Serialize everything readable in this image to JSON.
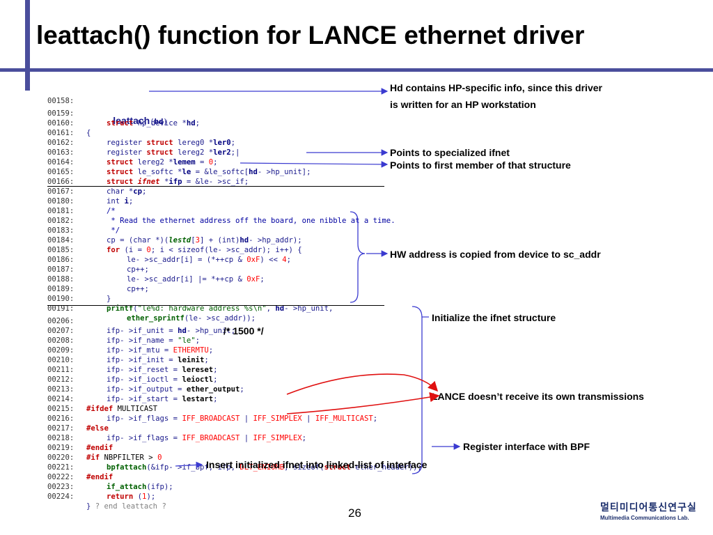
{
  "title": "leattach() function for LANCE ethernet driver",
  "page_number": "26",
  "logo": {
    "korean": "멀티미디어통신연구실",
    "english": "Multimedia Communications Lab."
  },
  "annotations": {
    "hd_line1": "Hd contains HP-specific info, since this driver",
    "hd_line2": "is written for an HP workstation",
    "ifnet": "Points to specialized ifnet",
    "first_member": "Points to first member of that structure",
    "hw_addr": "HW address is copied from device to sc_addr",
    "init_ifnet": "Initialize the ifnet structure",
    "mtu_comment": "/* 1500 */",
    "lance": "LANCE doesn’t receive its own transmissions",
    "bpf": "Register interface with BPF",
    "insert": "Insert initialized ifnet into linked-list of interface"
  },
  "code": {
    "l158": {
      "num": "00158:",
      "fn": "leattach",
      "a": "(",
      "b": "hd",
      "c": ")"
    },
    "l159": {
      "num": "00159:",
      "a": "struct",
      "b": " hp_device *",
      "c": "hd",
      "d": ";"
    },
    "l160": {
      "num": "00160:",
      "a": "{"
    },
    "l161": {
      "num": "00161:",
      "a": "register ",
      "b": "struct",
      "c": " lereg0 *",
      "d": "ler0",
      "e": ";"
    },
    "l162": {
      "num": "00162:",
      "a": "register ",
      "b": "struct",
      "c": " lereg2 *",
      "d": "ler2",
      "e": ";|"
    },
    "l163": {
      "num": "00163:",
      "a": "struct",
      "b": " lereg2 *",
      "c": "lemem",
      "d": " = ",
      "e": "0",
      "f": ";"
    },
    "l164": {
      "num": "00164:",
      "a": "struct",
      "b": " le_softc *",
      "c": "le",
      "d": " = &le_softc[",
      "e": "hd",
      "f": "- >hp_unit];"
    },
    "l165": {
      "num": "00165:",
      "a": "struct",
      "b": "ifnet",
      "c": " *",
      "d": "ifp",
      "e": " = &le- >sc_if;"
    },
    "l166": {
      "num": "00166:",
      "a": "char *",
      "b": "cp",
      "c": ";"
    },
    "l167": {
      "num": "00167:",
      "a": "int ",
      "b": "i",
      "c": ";"
    },
    "l180": {
      "num": "00180:",
      "a": "/*"
    },
    "l181": {
      "num": "00181:",
      "a": " * Read the ethernet address off the board, one nibble at a time."
    },
    "l182": {
      "num": "00182:",
      "a": " */"
    },
    "l183": {
      "num": "00183:",
      "a": "cp = (char *)(",
      "b": "lestd",
      "c": "[",
      "d": "3",
      "e": "] + (int)",
      "f": "hd",
      "g": "- >hp_addr);"
    },
    "l184": {
      "num": "00184:",
      "a": "for",
      "b": " (i = ",
      "c": "0",
      "d": "; i < sizeof(le- >sc_addr); i++) {"
    },
    "l185": {
      "num": "00185:",
      "a": "le- >sc_addr[i] = (*++cp & ",
      "b": "0xF",
      "c": ") << ",
      "d": "4",
      "e": ";"
    },
    "l186": {
      "num": "00186:",
      "a": "cp++;"
    },
    "l187": {
      "num": "00187:",
      "a": "le- >sc_addr[i] |= *++cp & ",
      "b": "0xF",
      "c": ";"
    },
    "l188": {
      "num": "00188:",
      "a": "cp++;"
    },
    "l189": {
      "num": "00189:",
      "a": "}"
    },
    "l190": {
      "num": "00190:",
      "a": "printf",
      "b": "(",
      "c": "\"le%d: hardware address %s\\n\"",
      "d": ", ",
      "e": "hd",
      "f": "- >hp_unit,"
    },
    "l191": {
      "num": "00191:",
      "a": "ether_sprintf",
      "b": "(le- >sc_addr));"
    },
    "l206": {
      "num": "00206:",
      "a": "ifp- >if_unit = ",
      "b": "hd",
      "c": "- >hp_unit;"
    },
    "l207": {
      "num": "00207:",
      "a": "ifp- >if_name = ",
      "b": "\"le\"",
      "c": ";"
    },
    "l208": {
      "num": "00208:",
      "a": "ifp- >if_mtu = ",
      "b": "ETHERMTU",
      "c": ";"
    },
    "l209": {
      "num": "00209:",
      "a": "ifp- >if_init = ",
      "b": "leinit",
      "c": ";"
    },
    "l210": {
      "num": "00210:",
      "a": "ifp- >if_reset = ",
      "b": "lereset",
      "c": ";"
    },
    "l211": {
      "num": "00211:",
      "a": "ifp- >if_ioctl = ",
      "b": "leioctl",
      "c": ";"
    },
    "l212": {
      "num": "00212:",
      "a": "ifp- >if_output = ",
      "b": "ether_output",
      "c": ";"
    },
    "l213": {
      "num": "00213:",
      "a": "ifp- >if_start = ",
      "b": "lestart",
      "c": ";"
    },
    "l214": {
      "num": "00214:",
      "a": "#ifdef",
      "b": " MULTICAST"
    },
    "l215": {
      "num": "00215:",
      "a": "ifp- >if_flags = ",
      "b": "IFF_BROADCAST",
      "c": " | ",
      "d": "IFF_SIMPLEX",
      "e": " | ",
      "f": "IFF_MULTICAST",
      "g": ";"
    },
    "l216": {
      "num": "00216:",
      "a": "#else"
    },
    "l217": {
      "num": "00217:",
      "a": "ifp- >if_flags = ",
      "b": "IFF_BROADCAST",
      "c": " | ",
      "d": "IFF_SIMPLEX",
      "e": ";"
    },
    "l218": {
      "num": "00218:",
      "a": "#endif"
    },
    "l219": {
      "num": "00219:",
      "a": "#if",
      "b": " NBPFILTER > ",
      "c": "0"
    },
    "l220": {
      "num": "00220:",
      "a": "bpfattach",
      "b": "(&ifp- >if_bpf, ifp, ",
      "c": "DLT_EN10MB",
      "d": ", sizeof(",
      "e": "struct",
      "f": " ether_header));"
    },
    "l221": {
      "num": "00221:",
      "a": "#endif"
    },
    "l222": {
      "num": "00222:",
      "a": "if_attach",
      "b": "(ifp);"
    },
    "l223": {
      "num": "00223:",
      "a": "return",
      "b": " (",
      "c": "1",
      "d": ");"
    },
    "l224": {
      "num": "00224:",
      "a": "}",
      "b": " ? end leattach ?"
    }
  },
  "colors": {
    "accent_bar": "#4a4e9c",
    "arrow_blue": "#3a3ad0",
    "arrow_red": "#e01010"
  }
}
